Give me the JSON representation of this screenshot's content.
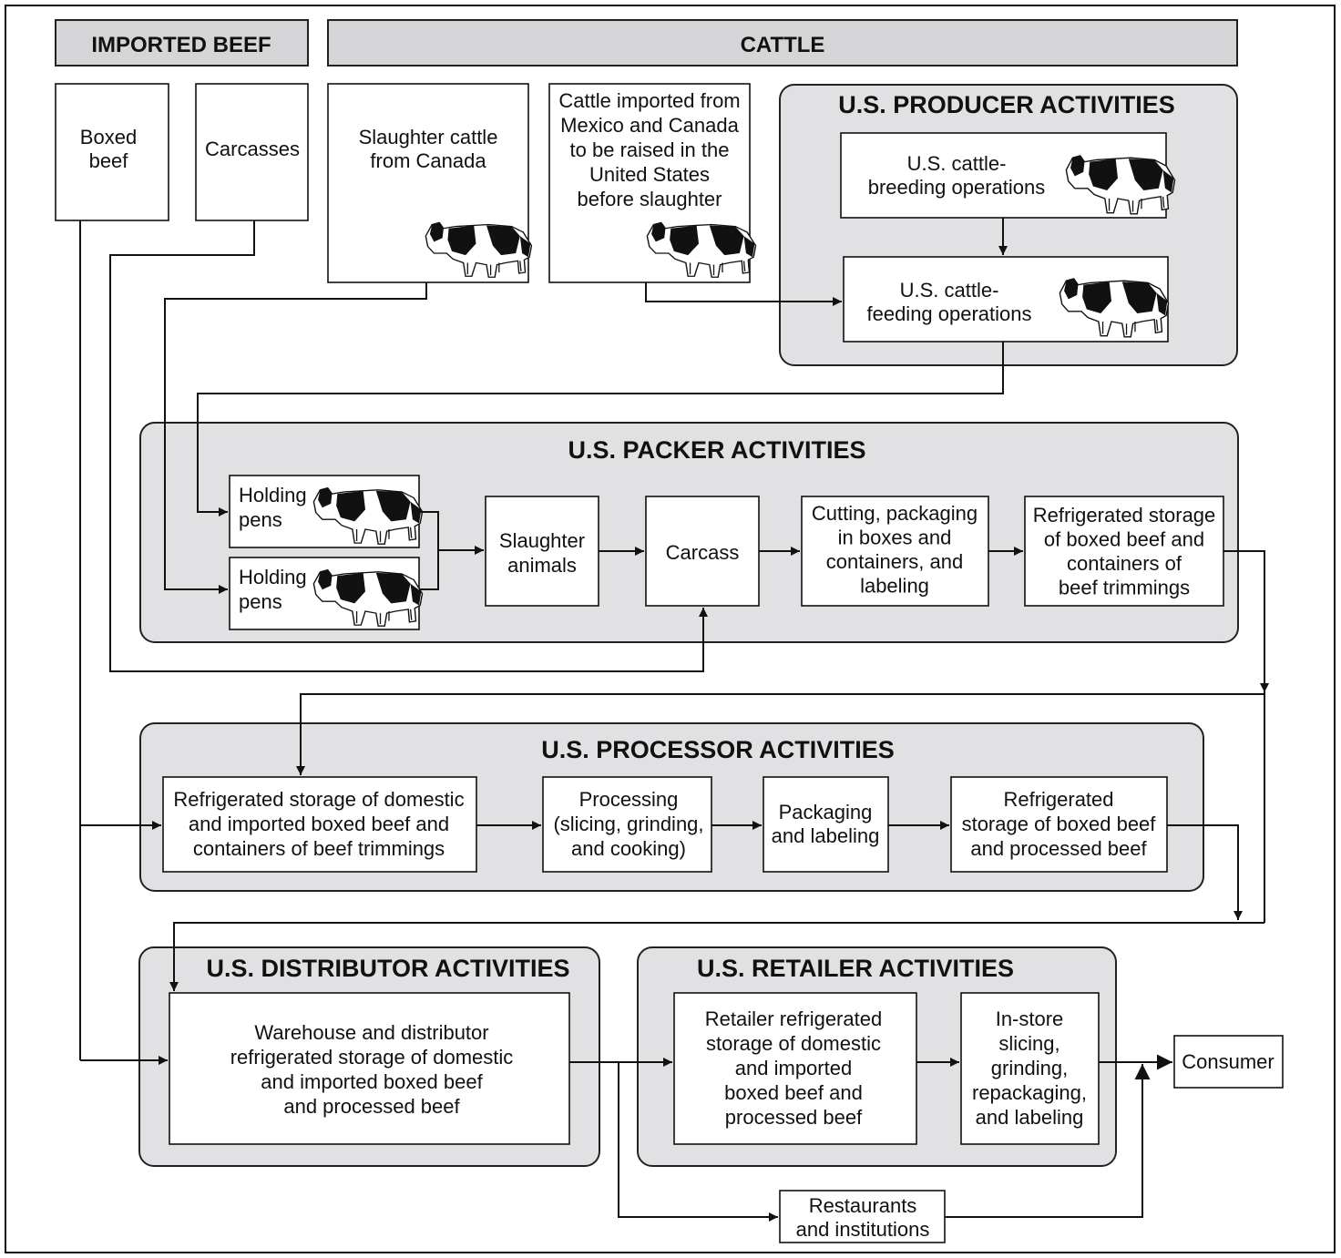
{
  "header": {
    "imported_beef": "IMPORTED BEEF",
    "cattle": "CATTLE"
  },
  "sources": {
    "boxed_beef": [
      "Boxed",
      "beef"
    ],
    "carcasses": [
      "Carcasses"
    ],
    "slaughter_cattle_canada": [
      "Slaughter cattle",
      "from Canada"
    ],
    "cattle_imported": [
      "Cattle imported from",
      "Mexico and Canada",
      "to be raised in the",
      "United States",
      "before slaughter"
    ]
  },
  "producer": {
    "title": "U.S. PRODUCER ACTIVITIES",
    "breeding": [
      "U.S. cattle-",
      "breeding operations"
    ],
    "feeding": [
      "U.S. cattle-",
      "feeding operations"
    ]
  },
  "packer": {
    "title": "U.S. PACKER ACTIVITIES",
    "holding_pens_1": [
      "Holding",
      "pens"
    ],
    "holding_pens_2": [
      "Holding",
      "pens"
    ],
    "slaughter_animals": [
      "Slaughter",
      "animals"
    ],
    "carcass": [
      "Carcass"
    ],
    "cutting": [
      "Cutting, packaging",
      "in boxes and",
      "containers, and",
      "labeling"
    ],
    "refrigerated": [
      "Refrigerated storage",
      "of boxed beef and",
      "containers of",
      "beef trimmings"
    ]
  },
  "processor": {
    "title": "U.S. PROCESSOR ACTIVITIES",
    "storage": [
      "Refrigerated storage of domestic",
      "and imported boxed beef and",
      "containers of beef trimmings"
    ],
    "processing": [
      "Processing",
      "(slicing, grinding,",
      "and cooking)"
    ],
    "packaging": [
      "Packaging",
      "and labeling"
    ],
    "refrigerated": [
      "Refrigerated",
      "storage of boxed beef",
      "and processed beef"
    ]
  },
  "distributor": {
    "title": "U.S. DISTRIBUTOR ACTIVITIES",
    "warehouse": [
      "Warehouse and distributor",
      "refrigerated storage of domestic",
      "and imported boxed beef",
      "and processed beef"
    ]
  },
  "retailer": {
    "title": "U.S. RETAILER ACTIVITIES",
    "storage": [
      "Retailer refrigerated",
      "storage of domestic",
      "and imported",
      "boxed beef and",
      "processed beef"
    ],
    "instore": [
      "In-store",
      "slicing,",
      "grinding,",
      "repackaging,",
      "and labeling"
    ]
  },
  "restaurants": [
    "Restaurants",
    "and institutions"
  ],
  "consumer": [
    "Consumer"
  ],
  "icons": [
    "cow-icon"
  ],
  "colors": {
    "panel_fill": "#e1e1e3",
    "header_fill": "#d5d5d7",
    "line": "#111111"
  }
}
